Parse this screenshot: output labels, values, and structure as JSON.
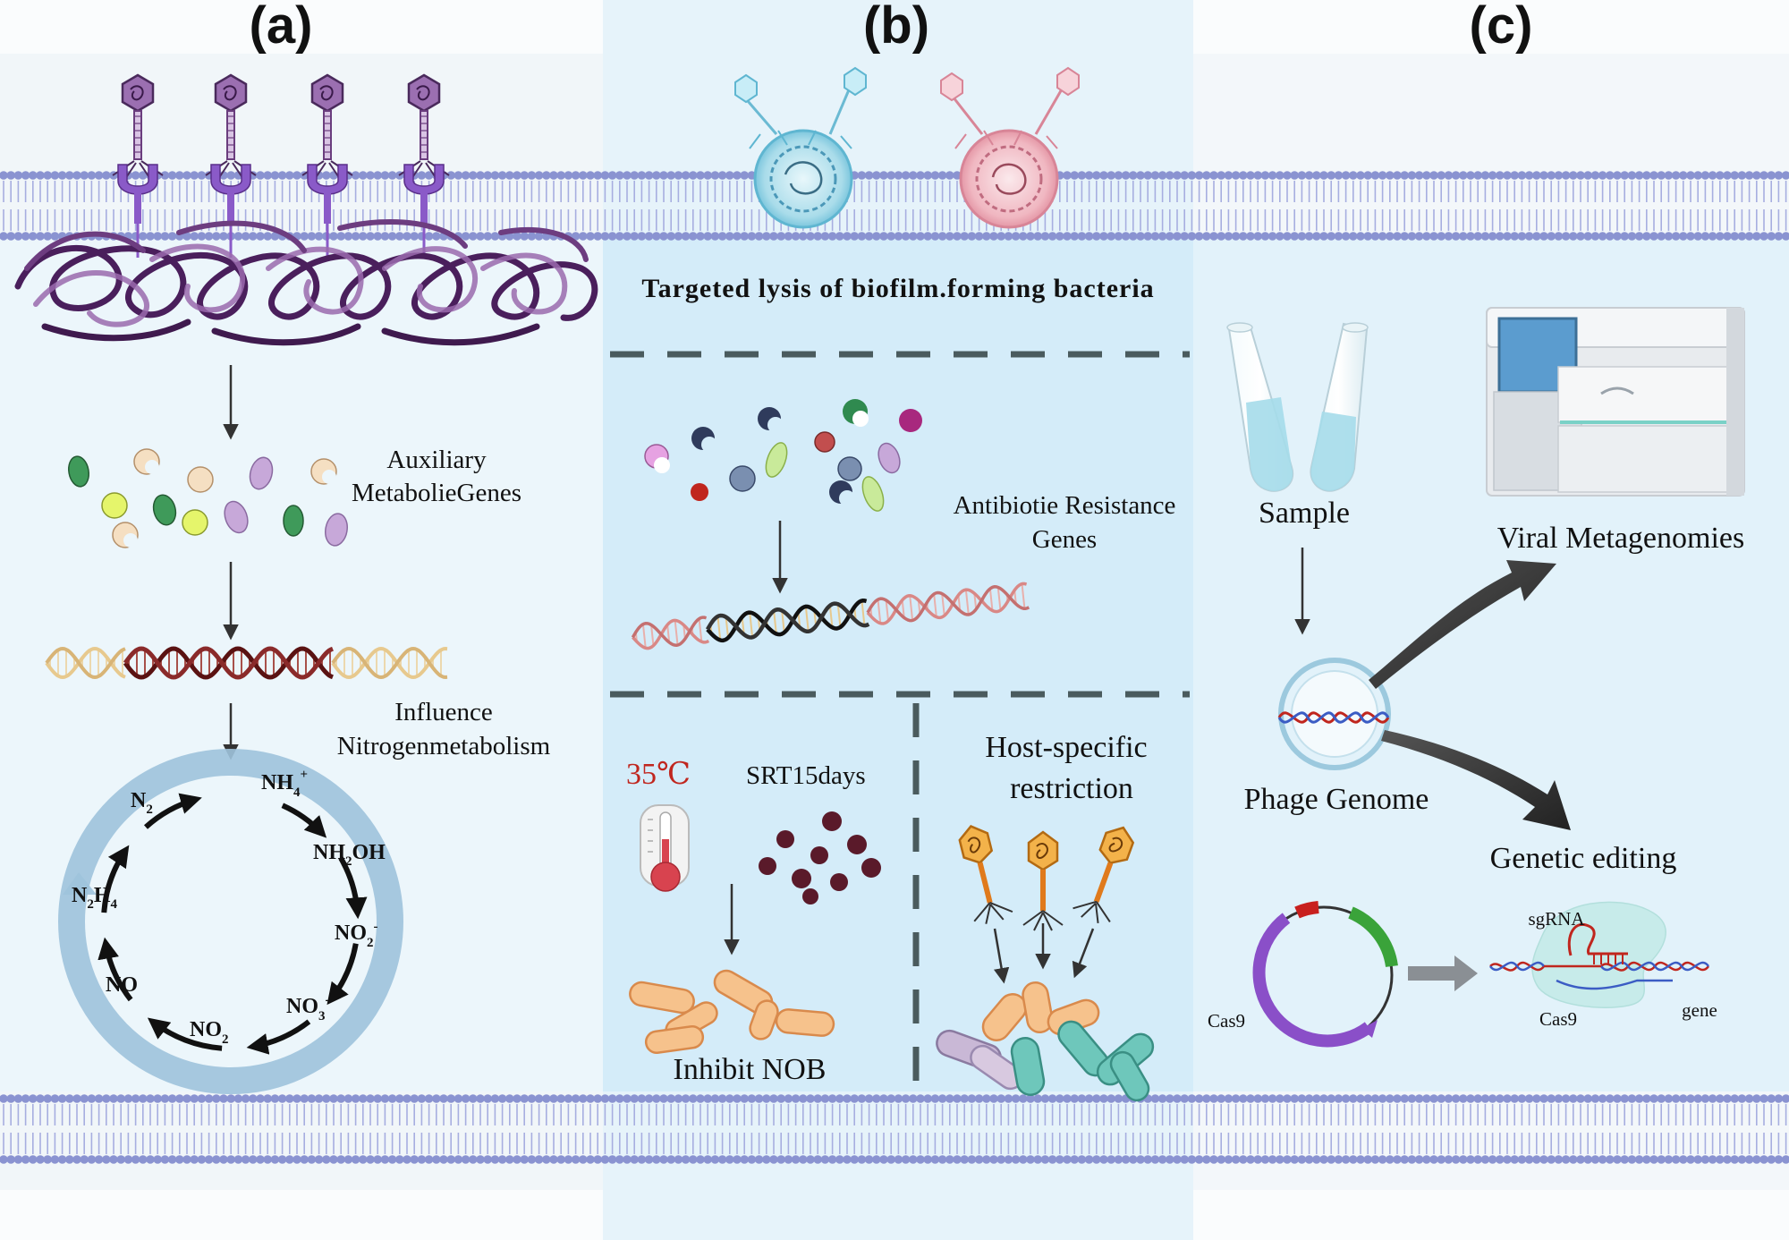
{
  "panels": {
    "a": {
      "title": "(a)",
      "auxiliary_line1": "Auxiliary",
      "auxiliary_line2": "MetabolieGenes",
      "influence_line1": "Influence",
      "influence_line2": "Nitrogenmetabolism",
      "cycle": {
        "nh4": "NH",
        "nh4_sub": "4",
        "nh4_sup": "+",
        "nh2oh_a": "NH",
        "nh2oh_sub": "2",
        "nh2oh_b": "OH",
        "no2_top": "NO",
        "no2_top_sub": "2",
        "no2_top_sup": "-",
        "no3": "NO",
        "no3_sub": "3",
        "no3_sup": "-",
        "no2_bottom": "NO",
        "no2_bottom_sub": "2",
        "no": "NO",
        "n2h4_a": "N",
        "n2h4_sub1": "2",
        "n2h4_b": "H",
        "n2h4_sub2": "4",
        "n2": "N",
        "n2_sub": "2"
      }
    },
    "b": {
      "title": "(b)",
      "targeted_lysis": "Targeted lysis of biofilm.forming bacteria",
      "arg_line1": "Antibiotie Resistance",
      "arg_line2": "Genes",
      "temperature": "35℃",
      "srt": "SRT15days",
      "inhibit": "Inhibit NOB",
      "host_line1": "Host-specific",
      "host_line2": "restriction"
    },
    "c": {
      "title": "(c)",
      "sample": "Sample",
      "viral": "Viral Metagenomies",
      "phage_genome": "Phage Genome",
      "genetic_editing": "Genetic editing",
      "cas9_plasmid": "Cas9",
      "sgrna": "sgRNA",
      "cas9_complex": "Cas9",
      "gene": "gene"
    }
  },
  "colors": {
    "membrane": "#8a93d1",
    "panel_a_bg": "#eef7fb",
    "panel_b_bg": "#d4ecf9",
    "panel_c_bg": "#e4f3fb",
    "phage_purple": "#6a3d7e",
    "dna_dark": "#5a1212",
    "cycle_arrow": "#9fc3dc",
    "red_text": "#c0261e"
  }
}
